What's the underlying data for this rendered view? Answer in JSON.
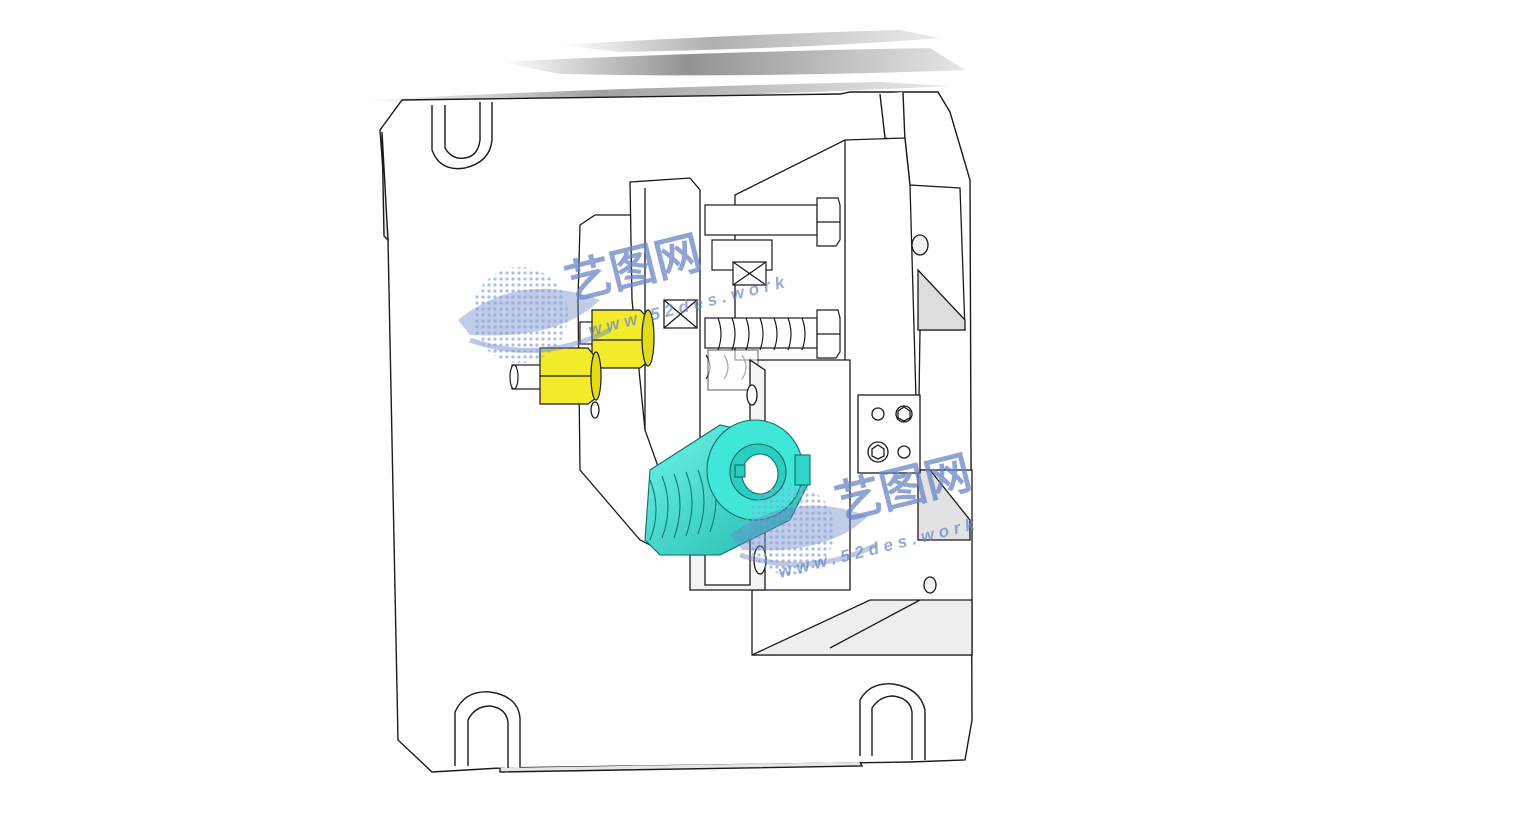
{
  "watermark": {
    "brand": "艺图网",
    "url_top": "www.52des.work",
    "url_bottom": "www.52des.work"
  },
  "colors": {
    "outline": "#1a1a1a",
    "part_face": "#ffffff",
    "part_shade": "#d8d8d8",
    "nut_yellow": "#f2ea2a",
    "nut_yellow_dark": "#c9be10",
    "workpiece_cyan": "#3fe3d6",
    "workpiece_cyan_dark": "#1fb8ac",
    "watermark_blue": "#6a86c8",
    "shadow": "#555555"
  },
  "parts": [
    {
      "name": "base-plate",
      "color": "white"
    },
    {
      "name": "swing-clamp-arm",
      "color": "white"
    },
    {
      "name": "support-block",
      "color": "white"
    },
    {
      "name": "hex-bolt-upper",
      "color": "white"
    },
    {
      "name": "hex-bolt-lower",
      "color": "white"
    },
    {
      "name": "compression-spring",
      "color": "white"
    },
    {
      "name": "hex-nut-pair",
      "color": "yellow"
    },
    {
      "name": "cylindrical-workpiece",
      "color": "cyan"
    },
    {
      "name": "locating-block",
      "color": "white"
    }
  ]
}
